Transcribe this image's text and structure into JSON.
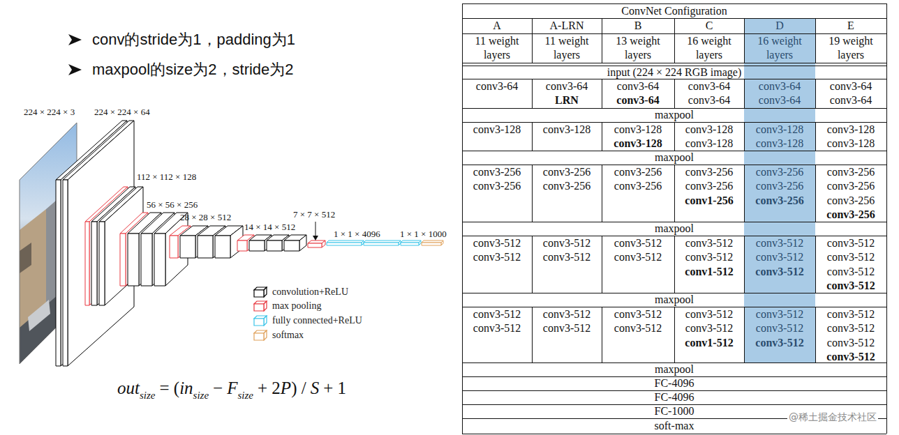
{
  "diagram": {
    "labels": [
      "conv的stride为1，padding为1",
      "maxpool的size为2，stride为2",
      "224 × 224 × 3",
      "224 × 224 × 64",
      "112 × 112 × 128",
      "56 × 56 × 256",
      "28 × 28 × 512",
      "14 × 14 × 512",
      "7 × 7 × 512",
      "1 × 1 × 4096",
      "1 × 1 × 1000",
      "out",
      "size",
      "= (",
      "in",
      "size",
      "−",
      "F",
      "size",
      "+ 2",
      "P",
      ") /",
      "S",
      "+ 1",
      "ConvNet Configuration",
      "A",
      "A-LRN",
      "B",
      "C",
      "D",
      "E",
      "11 weight layers",
      "11 weight layers",
      "13 weight layers",
      "16 weight layers",
      "16 weight layers",
      "19 weight layers",
      "input (224 × 224 RGB image)",
      "conv3-64",
      "conv3-64",
      "LRN",
      "conv3-64",
      "conv3-64",
      "conv3-64",
      "conv3-64",
      "conv3-64",
      "conv3-64",
      "conv3-64",
      "conv3-64",
      "maxpool",
      "conv3-128",
      "conv3-128",
      "conv3-128",
      "conv3-128",
      "conv3-128",
      "conv3-128",
      "conv3-128",
      "conv3-128",
      "conv3-128",
      "conv3-128",
      "maxpool",
      "conv3-256",
      "conv3-256",
      "conv3-256",
      "conv3-256",
      "conv3-256",
      "conv3-256",
      "conv3-256",
      "conv3-256",
      "conv1-256",
      "conv3-256",
      "conv3-256",
      "conv3-256",
      "conv3-256",
      "conv3-256",
      "conv3-256",
      "conv3-256",
      "maxpool",
      "conv3-512",
      "conv3-512",
      "conv3-512",
      "conv3-512",
      "conv3-512",
      "conv3-512",
      "conv3-512",
      "conv3-512",
      "conv1-512",
      "conv3-512",
      "conv3-512",
      "conv3-512",
      "conv3-512",
      "conv3-512",
      "conv3-512",
      "conv3-512",
      "maxpool",
      "conv3-512",
      "conv3-512",
      "conv3-512",
      "conv3-512",
      "conv3-512",
      "conv3-512",
      "conv3-512",
      "conv3-512",
      "conv1-512",
      "conv3-512",
      "conv3-512",
      "conv3-512",
      "conv3-512",
      "conv3-512",
      "conv3-512",
      "conv3-512",
      "maxpool",
      "FC-4096",
      "FC-4096",
      "FC-1000",
      "soft-max",
      "@稀土掘金技术社区"
    ],
    "legend": [
      {
        "text": "convolution+ReLU",
        "color": "#000000"
      },
      {
        "text": "max pooling",
        "color": "#e8373f"
      },
      {
        "text": "fully connected+ReLU",
        "color": "#39c4e8"
      },
      {
        "text": "softmax",
        "color": "#e0a15a"
      }
    ]
  }
}
